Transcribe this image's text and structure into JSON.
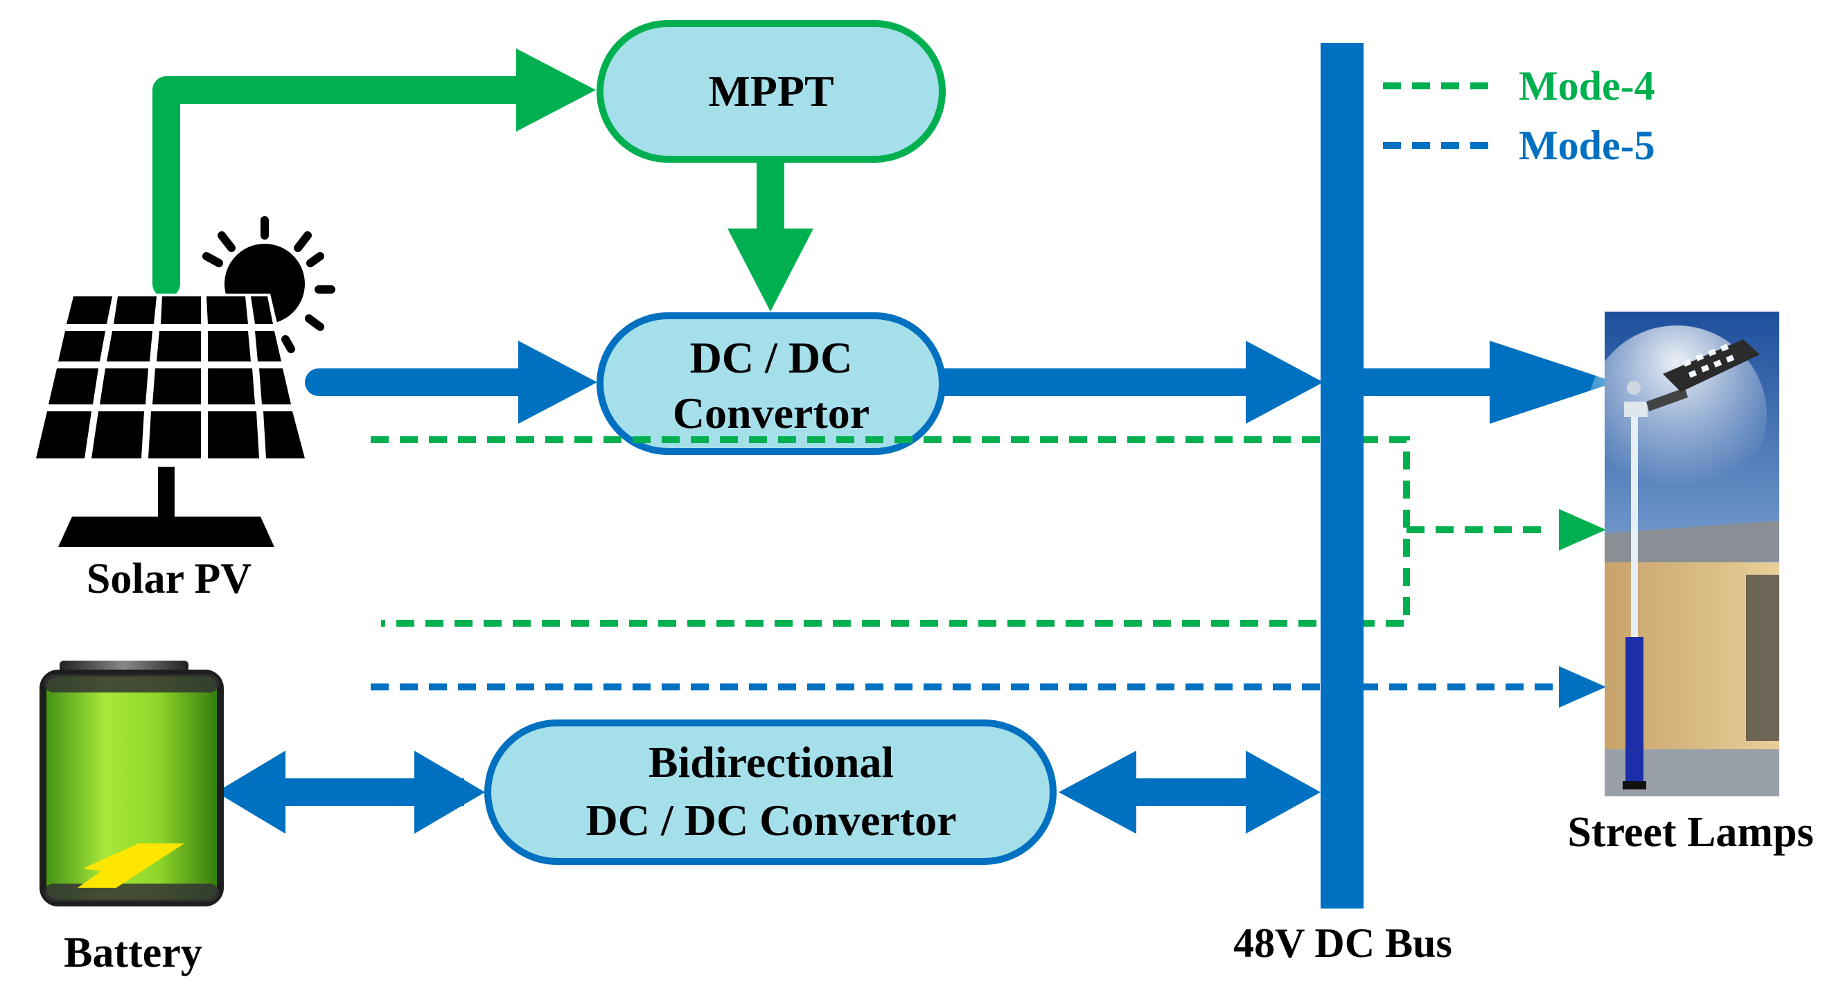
{
  "colors": {
    "green": "#00b050",
    "blue": "#0070c0",
    "box_fill": "#a5dfea",
    "black": "#000000"
  },
  "blocks": {
    "mppt": "MPPT",
    "dcdc_line1": "DC / DC",
    "dcdc_line2": "Convertor",
    "bidir_line1": "Bidirectional",
    "bidir_line2": "DC / DC Convertor"
  },
  "labels": {
    "solar_pv": "Solar PV",
    "battery": "Battery",
    "dc_bus": "48V DC Bus",
    "street_lamps": "Street Lamps"
  },
  "legend": {
    "mode4": "Mode-4",
    "mode5": "Mode-5"
  },
  "icons": [
    "solar-panel-icon",
    "sun-icon",
    "battery-icon",
    "lightning-bolt-icon",
    "street-lamp-photo"
  ]
}
